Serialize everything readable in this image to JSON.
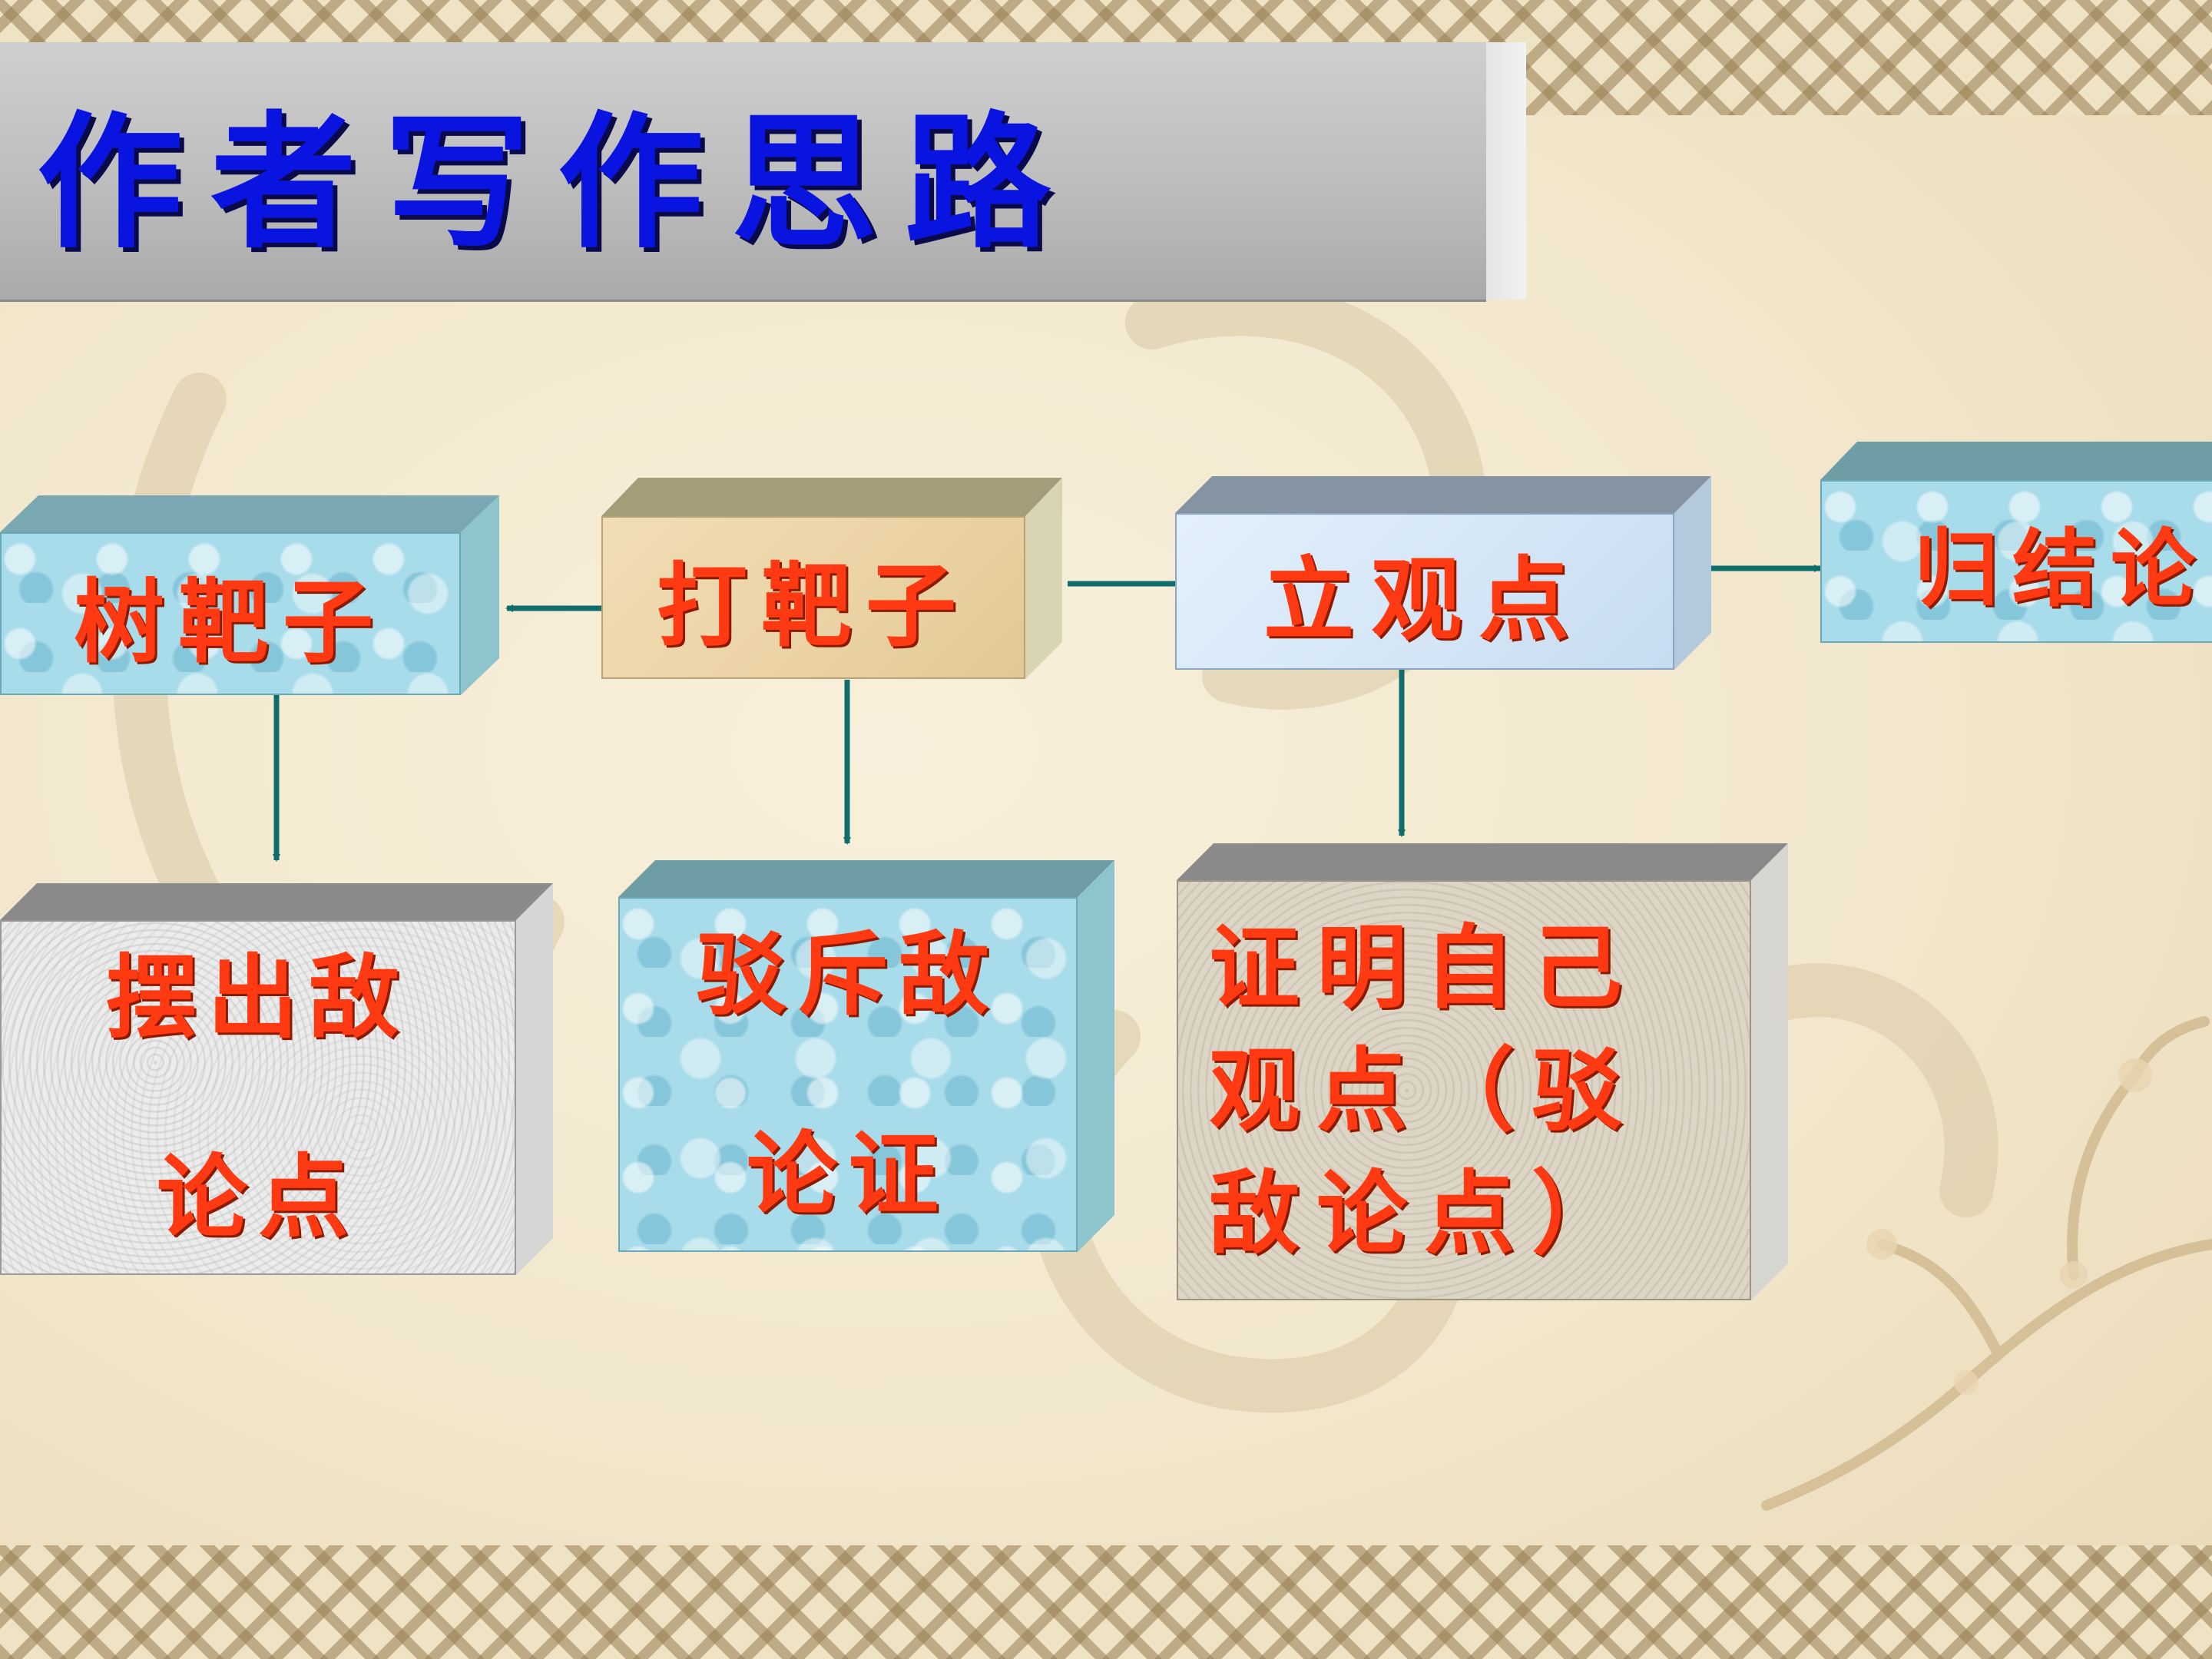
{
  "title": "作者写作思路",
  "boxes": {
    "shu_bazi": "树靶子",
    "da_bazi": "打靶子",
    "li_guandian": "立观点",
    "guijie": "归结论",
    "baichu": "摆出敌\n\n论点",
    "bochi": "驳斥敌\n\n论证",
    "zhengming": "证明自己\n观点（驳\n敌论点）"
  },
  "colors": {
    "title_text": "#0a14e0",
    "box_text": "#ff3a12",
    "arrow": "#0f6e6a"
  }
}
